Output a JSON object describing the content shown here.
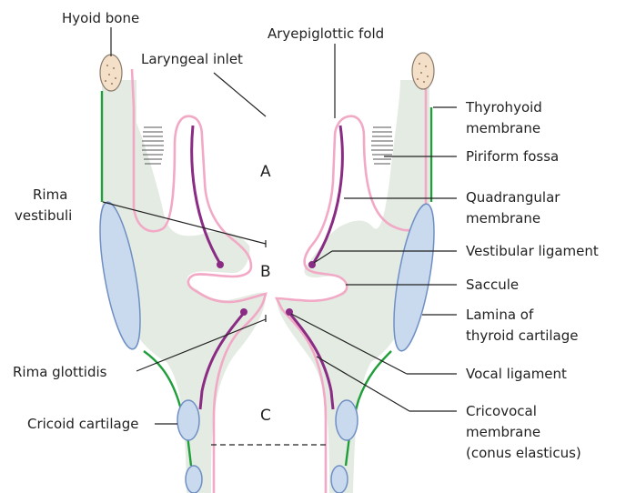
{
  "colors": {
    "tissue_fill": "#e4ebe3",
    "mucosa_pink": "#f2a9c6",
    "ligament_purple": "#8a2b84",
    "membrane_green": "#1f9e3a",
    "cartilage_fill": "#c9d9ee",
    "cartilage_stroke": "#6f8fc4",
    "hyoid_fill": "#f4dfc9",
    "leader_line": "#222222"
  },
  "labels": {
    "hyoid_bone": "Hyoid bone",
    "laryngeal_inlet": "Laryngeal inlet",
    "aryepiglottic_fold": "Aryepiglottic fold",
    "thyrohyoid_1": "Thyrohyoid",
    "thyrohyoid_2": "membrane",
    "piriform_fossa": "Piriform fossa",
    "quadrangular_1": "Quadrangular",
    "quadrangular_2": "membrane",
    "rima_vestibuli_1": "Rima",
    "rima_vestibuli_2": "vestibuli",
    "vestibular_ligament": "Vestibular ligament",
    "saccule": "Saccule",
    "lamina_1": "Lamina of",
    "lamina_2": "thyroid cartilage",
    "rima_glottidis": "Rima glottidis",
    "vocal_ligament": "Vocal ligament",
    "cricoid_cartilage": "Cricoid cartilage",
    "cricovocal_1": "Cricovocal",
    "cricovocal_2": "membrane",
    "cricovocal_3": "(conus elasticus)",
    "region_a": "A",
    "region_b": "B",
    "region_c": "C"
  }
}
